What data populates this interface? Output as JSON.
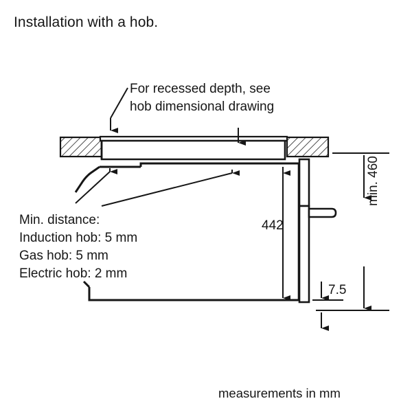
{
  "page": {
    "title": "Installation with a hob.",
    "footer_note": "measurements in mm",
    "background_color": "#ffffff",
    "line_color": "#161616"
  },
  "annotations": {
    "recessed_depth": {
      "line1": "For recessed depth, see",
      "line2": "hob dimensional drawing"
    },
    "min_distance": {
      "heading": "Min. distance:",
      "induction": "Induction hob: 5 mm",
      "gas": "Gas hob: 5 mm",
      "electric": "Electric hob: 2 mm"
    }
  },
  "dimensions": {
    "oven_height": "442",
    "plinth_gap": "7.5",
    "niche_height": "min. 460"
  },
  "drawing": {
    "type": "technical-section-drawing",
    "description": "Side section view of a built-in oven installed beneath a hob in a worktop cut-out",
    "parts": [
      "worktop-hatched-left",
      "worktop-hatched-right",
      "hob-panel",
      "oven-body",
      "oven-door",
      "door-handle"
    ]
  }
}
